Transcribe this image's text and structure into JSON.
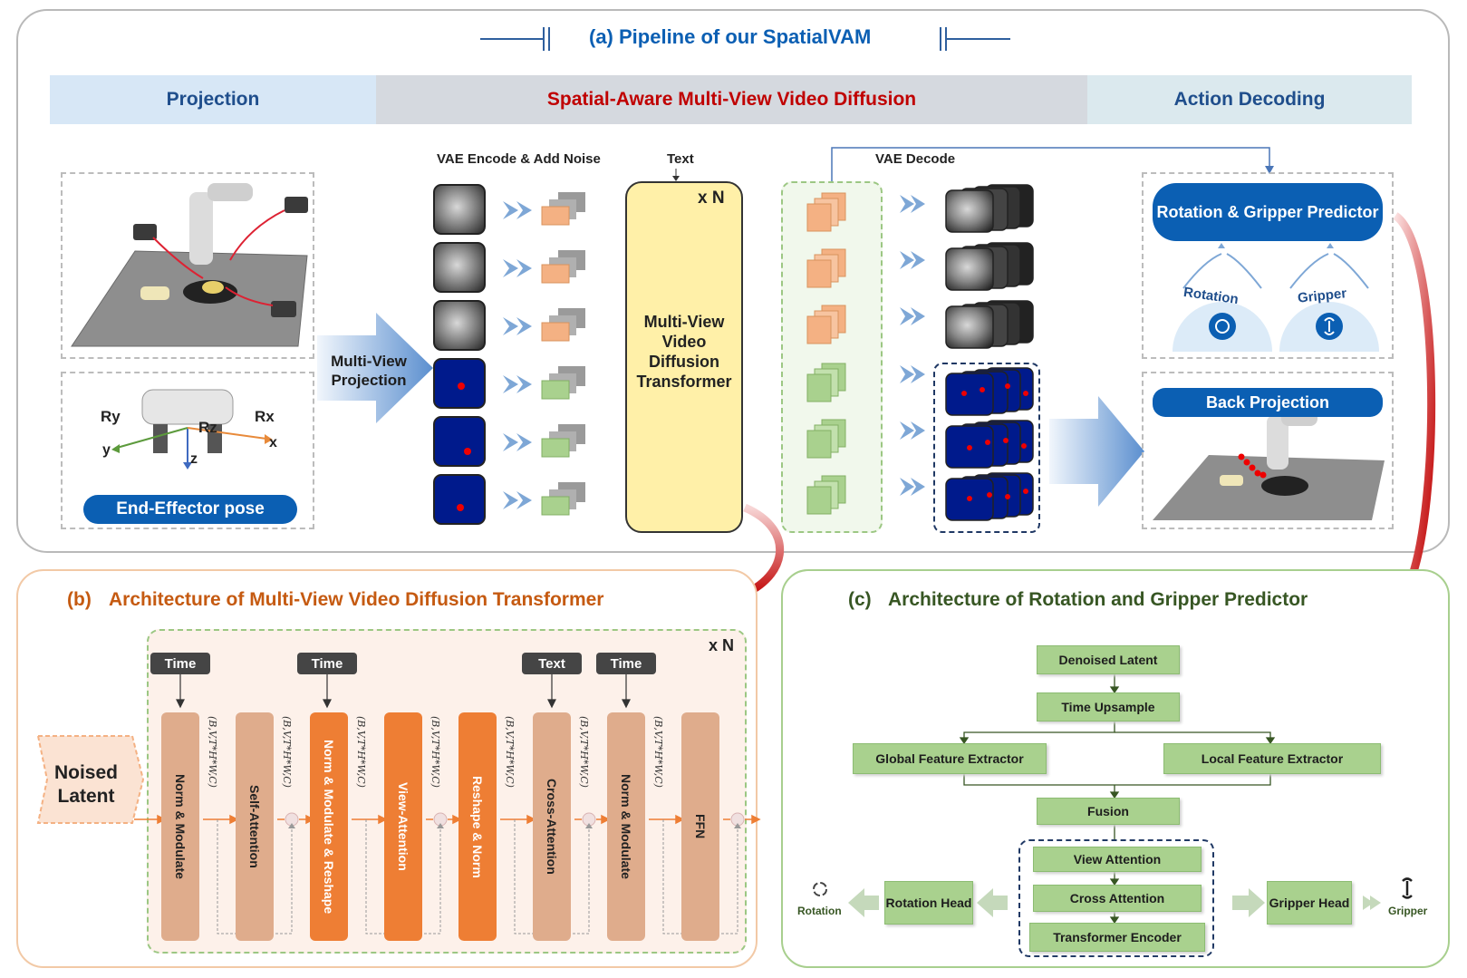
{
  "panel_a": {
    "title": "(a) Pipeline of our SpatialVAM",
    "bands": {
      "projection": "Projection",
      "diffusion": "Spatial-Aware Multi-View Video Diffusion",
      "decoding": "Action Decoding"
    },
    "axes": {
      "ry": "Ry",
      "rz": "Rz",
      "rx": "Rx",
      "y": "y",
      "z": "z",
      "x": "x"
    },
    "end_effector": "End-Effector pose",
    "multiview_projection": "Multi-View Projection",
    "vae_encode": "VAE Encode & Add Noise",
    "text": "Text",
    "xn": "x N",
    "transformer": "Multi-View Video Diffusion Transformer",
    "vae_decode": "VAE Decode",
    "rg_predictor": "Rotation & Gripper Predictor",
    "rotation": "Rotation",
    "gripper": "Gripper",
    "back_projection": "Back Projection"
  },
  "panel_b": {
    "label": "(b)",
    "title": "Architecture of Multi-View Video Diffusion Transformer",
    "xn": "x N",
    "noised_latent": "Noised Latent",
    "inputs": [
      "Time",
      "Time",
      "Text",
      "Time"
    ],
    "blocks": [
      "Norm & Modulate",
      "Self-Attention",
      "Norm & Modulate & Reshape",
      "View-Attention",
      "Reshape & Norm",
      "Cross-Attention",
      "Norm & Modulate",
      "FFN"
    ],
    "dims": [
      "(B,V,T*H*W,C)",
      "(B,V,T*H*W,C)",
      "(B,V,T*H*W,C)",
      "(B,V,T*H*W,C)",
      "(B,V,T*H*W,C)",
      "(B,V,T*H*W,C)",
      "(B,V,T*H*W,C)"
    ]
  },
  "panel_c": {
    "label": "(c)",
    "title": "Architecture of Rotation and Gripper Predictor",
    "denoised_latent": "Denoised Latent",
    "time_upsample": "Time  Upsample",
    "global_extractor": "Global Feature Extractor",
    "local_extractor": "Local Feature Extractor",
    "fusion": "Fusion",
    "view_attention": "View Attention",
    "cross_attention": "Cross Attention",
    "transformer_encoder": "Transformer Encoder",
    "rotation_head": "Rotation Head",
    "gripper_head": "Gripper Head",
    "rotation": "Rotation",
    "gripper": "Gripper"
  },
  "colors": {
    "blue_title": "#0b5fb3",
    "red_title": "#c00000",
    "orange_title": "#c55a11",
    "green_title": "#375623"
  }
}
